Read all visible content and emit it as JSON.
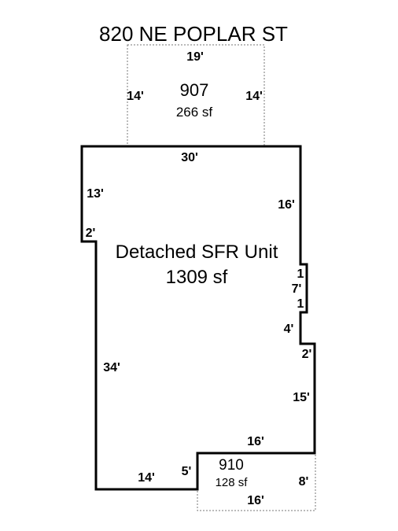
{
  "title": "820 NE POPLAR ST",
  "porch": {
    "name": "907",
    "area": "266 sf",
    "dims": {
      "top": "19'",
      "left": "14'",
      "right": "14'"
    }
  },
  "main": {
    "name_line1": "Detached SFR Unit",
    "name_line2": "1309 sf",
    "dims": {
      "top": "30'",
      "left_upper": "13'",
      "left_jog": "2'",
      "left_lower": "34'",
      "right_upper": "16'",
      "right_bump_a": "1",
      "right_bump_b": "7'",
      "right_bump_c": "1",
      "right_mid": "4'",
      "right_jog": "2'",
      "right_lower": "15'",
      "bottom_right": "16'",
      "bottom_left": "14'",
      "bottom_step": "5'"
    }
  },
  "garage": {
    "name": "910",
    "area": "128 sf",
    "dims": {
      "right": "8'",
      "bottom": "16'"
    }
  }
}
